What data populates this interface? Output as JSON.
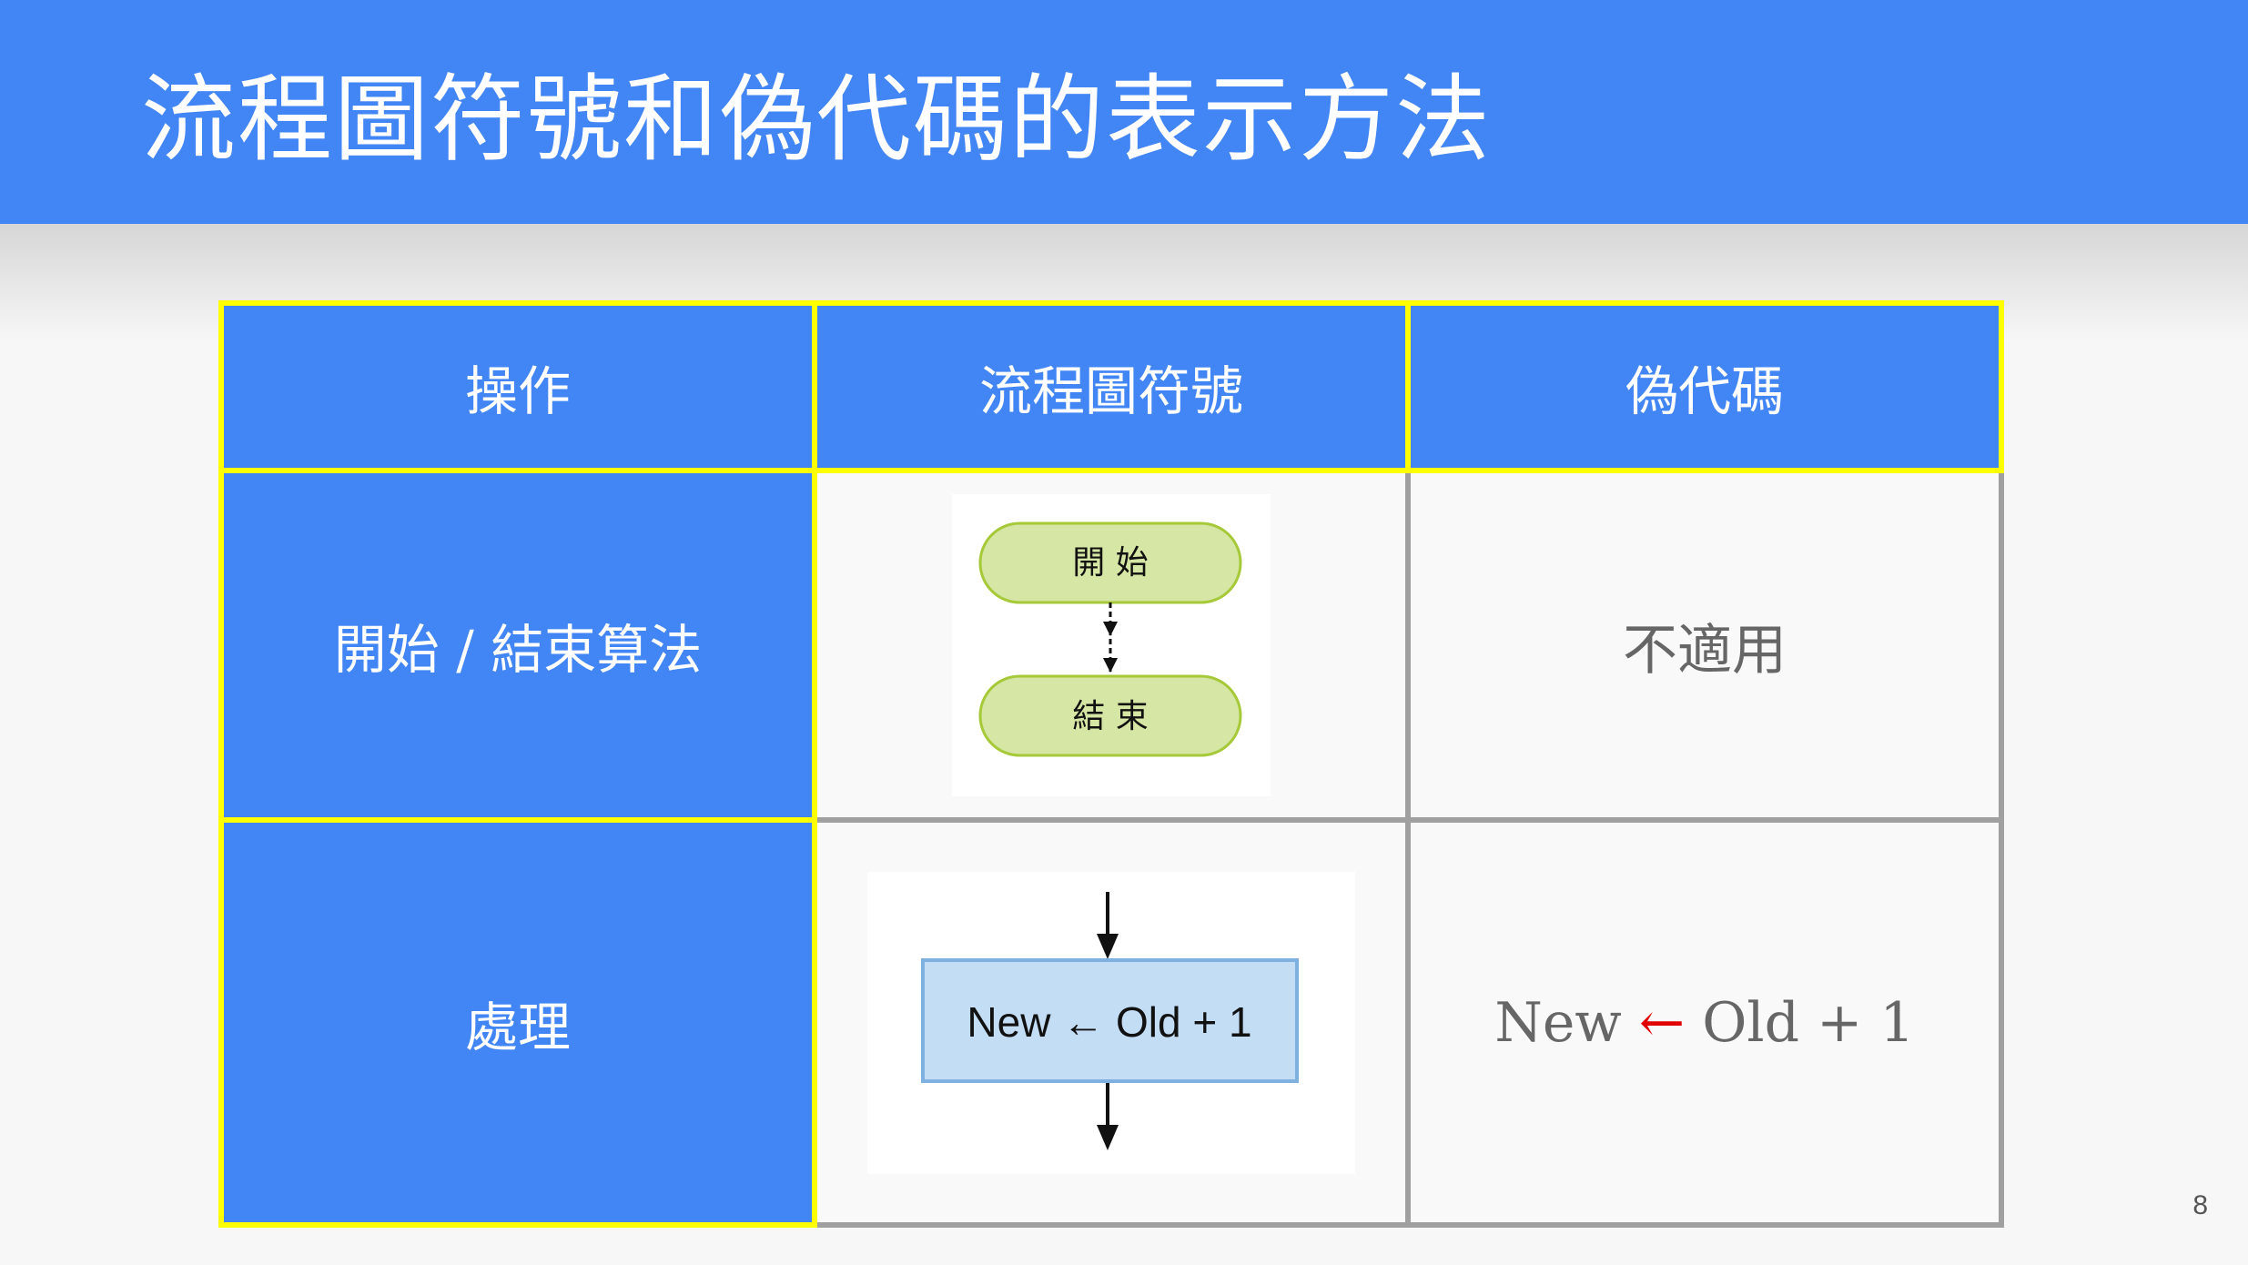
{
  "slide": {
    "title": "流程圖符號和偽代碼的表示方法",
    "page_number": "8"
  },
  "table": {
    "headers": [
      "操作",
      "流程圖符號",
      "偽代碼"
    ],
    "rows": [
      {
        "operation": "開始 / 結束算法",
        "flowchart": {
          "start_label": "開 始",
          "end_label": "結 束"
        },
        "pseudocode": "不適用"
      },
      {
        "operation": "處理",
        "flowchart": {
          "process_label": "New ← Old + 1"
        },
        "pseudocode": {
          "new": "New",
          "arrow": "←",
          "rest": "Old + 1"
        }
      }
    ]
  },
  "colors": {
    "header_blue": "#4285f4",
    "border_yellow": "#ffff00",
    "border_gray": "#a0a0a0",
    "terminal_fill": "#d6e6a4",
    "process_fill": "#c3ddf5",
    "arrow_red": "#e00000"
  }
}
